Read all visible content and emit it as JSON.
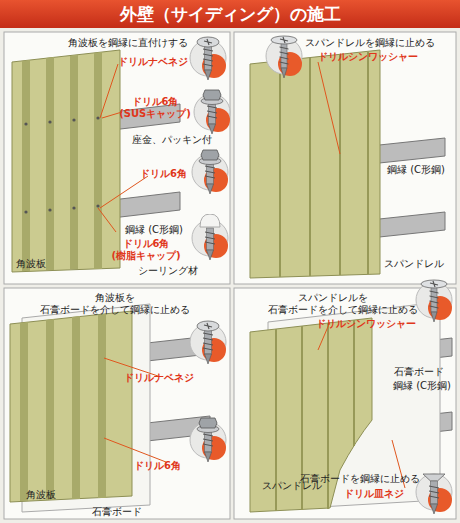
{
  "diagram": {
    "title": "外壁（サイディング）の施工",
    "labels": [
      "角波板を鋼縁に直付けする",
      "ドリルナベネジ",
      "ドリル6角 (SUSキャップ)",
      "座金、パッキン付",
      "ドリル6角",
      "鋼縁 (C形鋼)",
      "ドリル6角 (樹脂キャップ)",
      "シーリング材",
      "角波板",
      "スパンドレルを鋼縁に止める",
      "ドリルシンワッシャー",
      "鋼縁 (C形鋼)",
      "スパンドレル",
      "角波板を 石膏ボードを介して鋼縁に止める",
      "ドリルナベネジ",
      "ドリル6角",
      "角波板",
      "石膏ボード",
      "スパンドレルを 石膏ボードを介して鋼縁に止める",
      "ドリルシンワッシャー",
      "石膏ボード",
      "鋼縁 (C形鋼)",
      "スパンドレル",
      "石膏ボードを鋼縁に止める",
      "ドリル皿ネジ"
    ]
  }
}
